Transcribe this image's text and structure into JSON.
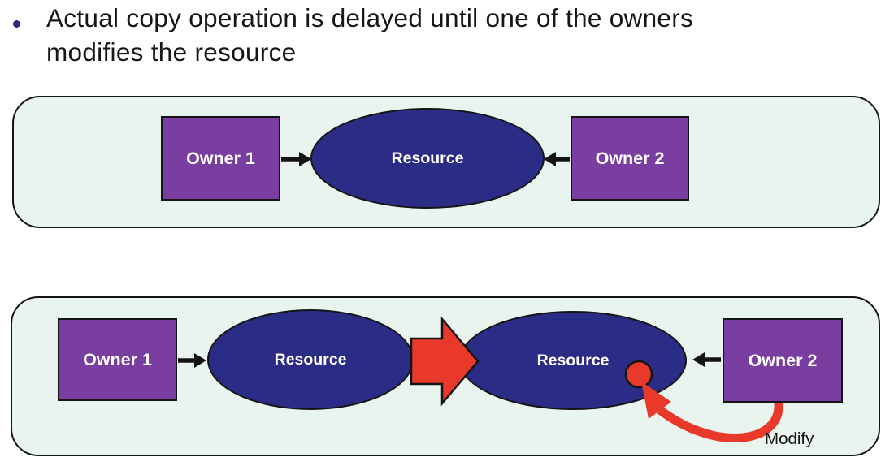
{
  "title": {
    "line1": "Actual copy operation is delayed until one of the owners",
    "line2": "modifies the resource"
  },
  "diagram": {
    "panel_before": {
      "owner1_label": "Owner 1",
      "owner2_label": "Owner 2",
      "resource_label": "Resource"
    },
    "panel_after": {
      "owner1_label": "Owner 1",
      "owner2_label": "Owner 2",
      "resource_original_label": "Resource",
      "resource_copy_label": "Resource",
      "modify_label": "Modify"
    }
  },
  "colors": {
    "panel_background": "#eaf4ee",
    "owner_box_purple": "#7a3da0",
    "resource_navy": "#2b2c85",
    "highlight_red": "#e8392b",
    "outline_black": "#141414",
    "bullet_navy": "#29297e"
  }
}
